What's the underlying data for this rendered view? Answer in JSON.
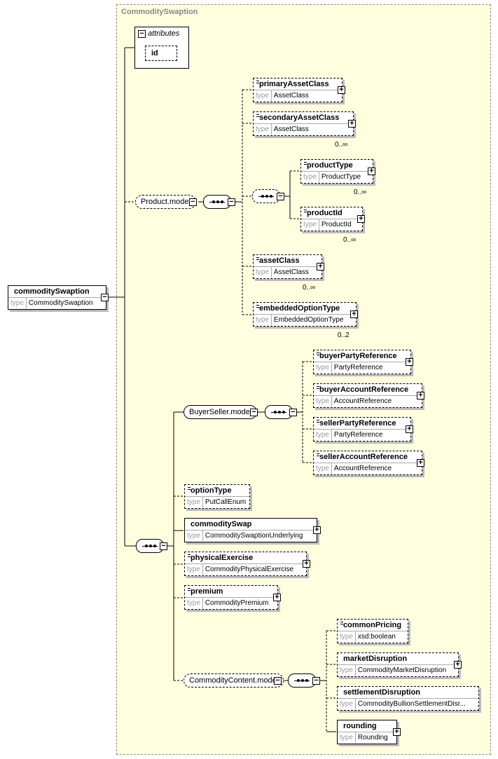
{
  "group_title": "CommoditySwaption",
  "root": {
    "name": "commoditySwaption",
    "type_key": "type",
    "type": "CommoditySwaption"
  },
  "attributes": {
    "label": "attributes",
    "items": [
      "id"
    ]
  },
  "product_model": {
    "label": "Product.model"
  },
  "buyer_seller_model": {
    "label": "BuyerSeller.model"
  },
  "commodity_content_model": {
    "label": "CommodityContent.model"
  },
  "elements": {
    "primaryAssetClass": {
      "name": "primaryAssetClass",
      "type": "AssetClass"
    },
    "secondaryAssetClass": {
      "name": "secondaryAssetClass",
      "type": "AssetClass",
      "mult": "0..∞"
    },
    "productType": {
      "name": "productType",
      "type": "ProductType",
      "mult": "0..∞"
    },
    "productId": {
      "name": "productId",
      "type": "ProductId",
      "mult": "0..∞"
    },
    "assetClass": {
      "name": "assetClass",
      "type": "AssetClass",
      "mult": "0..∞"
    },
    "embeddedOptionType": {
      "name": "embeddedOptionType",
      "type": "EmbeddedOptionType",
      "mult": "0..2"
    },
    "buyerPartyReference": {
      "name": "buyerPartyReference",
      "type": "PartyReference"
    },
    "buyerAccountReference": {
      "name": "buyerAccountReference",
      "type": "AccountReference"
    },
    "sellerPartyReference": {
      "name": "sellerPartyReference",
      "type": "PartyReference"
    },
    "sellerAccountReference": {
      "name": "sellerAccountReference",
      "type": "AccountReference"
    },
    "optionType": {
      "name": "optionType",
      "type": "PutCallEnum"
    },
    "commoditySwap": {
      "name": "commoditySwap",
      "type": "CommoditySwaptionUnderlying"
    },
    "physicalExercise": {
      "name": "physicalExercise",
      "type": "CommodityPhysicalExercise"
    },
    "premium": {
      "name": "premium",
      "type": "CommodityPremium"
    },
    "commonPricing": {
      "name": "commonPricing",
      "type": "xsd:boolean"
    },
    "marketDisruption": {
      "name": "marketDisruption",
      "type": "CommodityMarketDisruption"
    },
    "settlementDisruption": {
      "name": "settlementDisruption",
      "type": "CommodityBullionSettlementDisr..."
    },
    "rounding": {
      "name": "rounding",
      "type": "Rounding"
    }
  }
}
